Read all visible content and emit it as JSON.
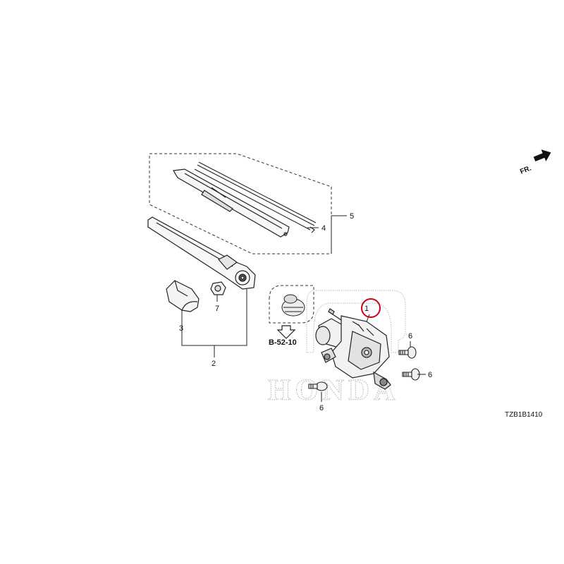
{
  "direction": {
    "label": "FR."
  },
  "callouts": {
    "part1": "1",
    "part2": "2",
    "part3": "3",
    "part4": "4",
    "part5": "5",
    "part6a": "6",
    "part6b": "6",
    "part6c": "6",
    "part7": "7"
  },
  "reference": {
    "label": "B-52-10"
  },
  "diagram_code": "TZB1B1410",
  "watermark_text": "HONDA",
  "highlight_color": "#d0021b",
  "line_color": "#1a1a1a"
}
